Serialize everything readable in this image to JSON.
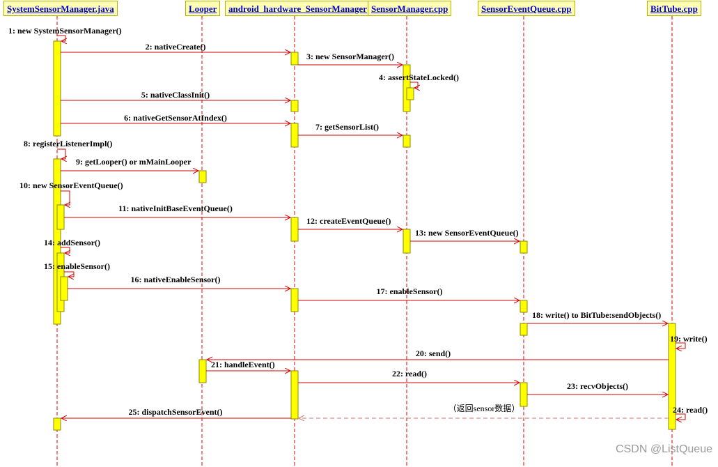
{
  "participants": [
    {
      "id": "ssm",
      "label": "SystemSensorManager.java"
    },
    {
      "id": "looper",
      "label": "Looper"
    },
    {
      "id": "ahsm",
      "label": "android_hardware_SensorManager"
    },
    {
      "id": "smcpp",
      "label": "SensorManager.cpp"
    },
    {
      "id": "seq",
      "label": "SensorEventQueue.cpp"
    },
    {
      "id": "bt",
      "label": "BitTube.cpp"
    }
  ],
  "messages": [
    {
      "from": "ssm",
      "to": "ssm",
      "label": "1: new SystemSensorManager()"
    },
    {
      "from": "ssm",
      "to": "ahsm",
      "label": "2: nativeCreate()"
    },
    {
      "from": "ahsm",
      "to": "smcpp",
      "label": "3: new SensorManager()"
    },
    {
      "from": "smcpp",
      "to": "smcpp",
      "label": "4: assertStateLocked()"
    },
    {
      "from": "ssm",
      "to": "ahsm",
      "label": "5: nativeClassInit()"
    },
    {
      "from": "ssm",
      "to": "ahsm",
      "label": "6: nativeGetSensorAtIndex()"
    },
    {
      "from": "ahsm",
      "to": "smcpp",
      "label": "7: getSensorList()"
    },
    {
      "from": "ssm",
      "to": "ssm",
      "label": "8: registerListenerImpl()"
    },
    {
      "from": "ssm",
      "to": "looper",
      "label": "9: getLooper() or mMainLooper"
    },
    {
      "from": "ssm",
      "to": "ssm",
      "label": "10: new SensorEventQueue()"
    },
    {
      "from": "ssm",
      "to": "ahsm",
      "label": "11: nativeInitBaseEventQueue()"
    },
    {
      "from": "ahsm",
      "to": "smcpp",
      "label": "12: createEventQueue()"
    },
    {
      "from": "smcpp",
      "to": "seq",
      "label": "13: new SensorEventQueue()"
    },
    {
      "from": "ssm",
      "to": "ssm",
      "label": "14: addSensor()"
    },
    {
      "from": "ssm",
      "to": "ssm",
      "label": "15: enableSensor()"
    },
    {
      "from": "ssm",
      "to": "ahsm",
      "label": "16: nativeEnableSensor()"
    },
    {
      "from": "ahsm",
      "to": "seq",
      "label": "17: enableSensor()"
    },
    {
      "from": "seq",
      "to": "bt",
      "label": "18: write() to BitTube:sendObjects()"
    },
    {
      "from": "bt",
      "to": "bt",
      "label": "19: write()"
    },
    {
      "from": "bt",
      "to": "looper",
      "label": "20: send()"
    },
    {
      "from": "looper",
      "to": "ahsm",
      "label": "21: handleEvent()"
    },
    {
      "from": "ahsm",
      "to": "seq",
      "label": "22: read()"
    },
    {
      "from": "seq",
      "to": "bt",
      "label": "23: recvObjects()"
    },
    {
      "from": "bt",
      "to": "bt",
      "label": "24: read()"
    },
    {
      "from": "ahsm",
      "to": "ssm",
      "label": "25: dispatchSensorEvent()"
    },
    {
      "from": "bt",
      "to": "ahsm",
      "label": "（返回sensor数据）",
      "dashed": true
    }
  ],
  "colors": {
    "lifeline": "#e00000",
    "message": "#d00000",
    "return": "#d07070",
    "activation_fill": "#ffff00",
    "activation_stroke": "#888800",
    "header_fill": "#ffffb3",
    "header_text": "#0000cc"
  },
  "watermark": "CSDN @ListQueue"
}
